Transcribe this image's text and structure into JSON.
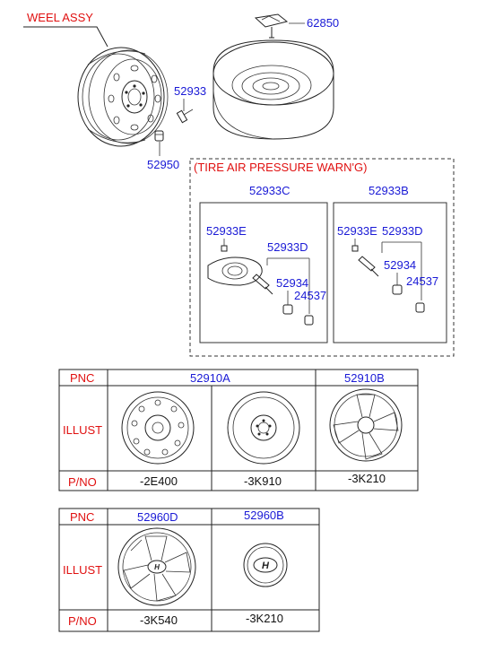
{
  "header": {
    "assy_label": "WEEL ASSY"
  },
  "callouts": {
    "spare_tire_holder": "62850",
    "valve": "52933",
    "lug_nut": "52950"
  },
  "tpms_section": {
    "title": "(TIRE AIR PRESSURE WARN'G)",
    "left_group": {
      "title": "52933C",
      "sensor_cap": "52933E",
      "sensor_body": "52933D",
      "valve_stem": "52934",
      "valve_cap": "24537"
    },
    "right_group": {
      "title": "52933B",
      "sensor_cap": "52933E",
      "sensor_body": "52933D",
      "valve_stem": "52934",
      "valve_cap": "24537"
    }
  },
  "table1": {
    "row_labels": [
      "PNC",
      "ILLUST",
      "P/NO"
    ],
    "pnc": [
      "52910A",
      "52910B"
    ],
    "pno": [
      "-2E400",
      "-3K910",
      "-3K210"
    ]
  },
  "table2": {
    "row_labels": [
      "PNC",
      "ILLUST",
      "P/NO"
    ],
    "pnc": [
      "52960D",
      "52960B"
    ],
    "pno": [
      "-3K540",
      "-3K210"
    ]
  },
  "colors": {
    "label_blue": "#1a1ad6",
    "label_red": "#e01010",
    "line": "#222222"
  }
}
